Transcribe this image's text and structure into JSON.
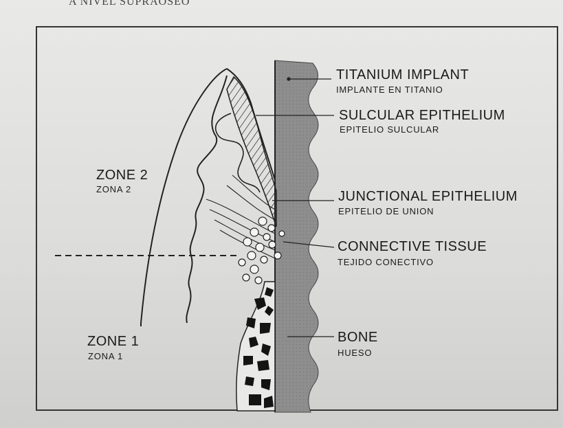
{
  "header": {
    "text": "A NIVEL SUPRAOSEO"
  },
  "labels": {
    "titanium": {
      "en": "TITANIUM IMPLANT",
      "es": "IMPLANTE EN TITANIO"
    },
    "sulcular": {
      "en": "SULCULAR EPITHELIUM",
      "es": "EPITELIO SULCULAR"
    },
    "junctional": {
      "en": "JUNCTIONAL EPITHELIUM",
      "es": "EPITELIO DE UNION"
    },
    "connective": {
      "en": "CONNECTIVE TISSUE",
      "es": "TEJIDO CONECTIVO"
    },
    "bone": {
      "en": "BONE",
      "es": "HUESO"
    },
    "zone2": {
      "en": "ZONE 2",
      "es": "ZONA 2"
    },
    "zone1": {
      "en": "ZONE 1",
      "es": "ZONA 1"
    }
  },
  "colors": {
    "ink": "#1a1a1a",
    "implant": "#8e8e8e",
    "paper": "#e6e6e4"
  }
}
